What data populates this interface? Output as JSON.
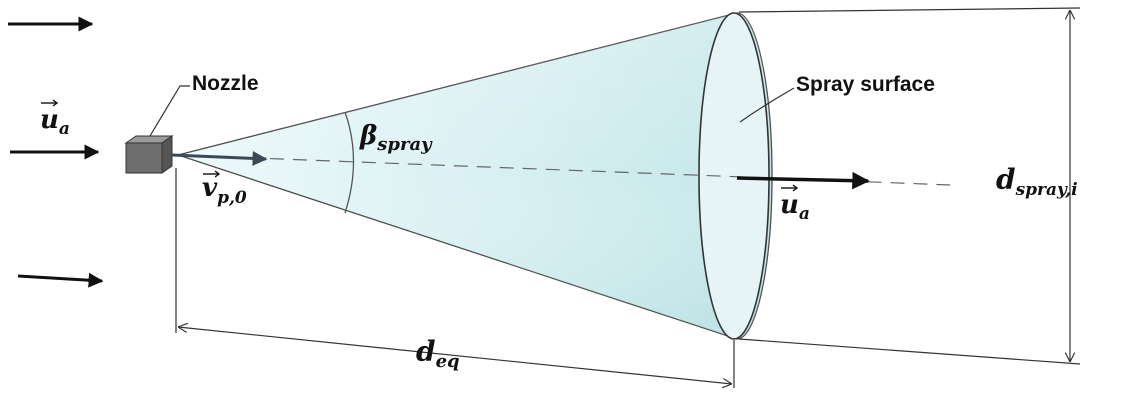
{
  "labels": {
    "nozzle": "Nozzle",
    "spray_surface": "Spray surface",
    "ua_left_base": "u",
    "ua_left_sub": "a",
    "ua_right_base": "u",
    "ua_right_sub": "a",
    "vp0_base": "v",
    "vp0_sub": "p,0",
    "beta_base": "β",
    "beta_sub": "spray",
    "deq_base": "d",
    "deq_sub": "eq",
    "dspray_base": "d",
    "dspray_sub": "spray,i"
  },
  "colors": {
    "cone_light": "#eef9fa",
    "cone_dark": "#bfe3e6",
    "outline": "#333333",
    "nozzle": "#6e6e6e",
    "arrow": "#111111"
  }
}
